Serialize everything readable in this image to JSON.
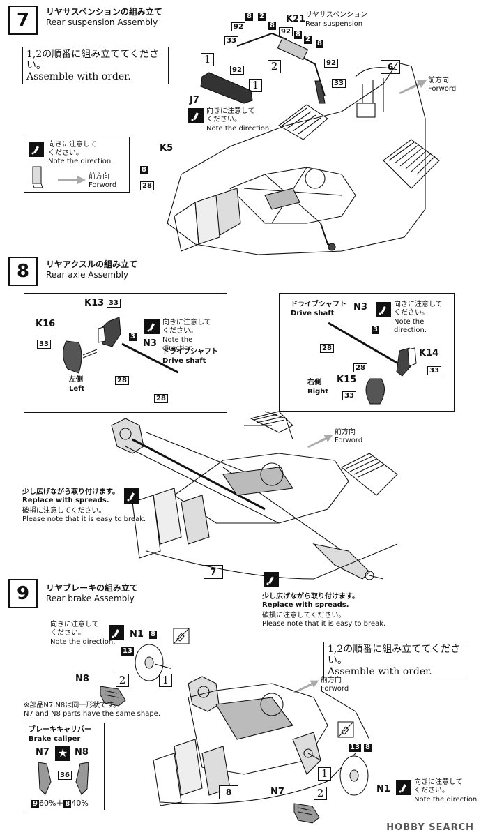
{
  "step7": {
    "number": "7",
    "title_ja": "リヤサスペンションの組み立て",
    "title_en": "Rear suspension Assembly",
    "order_note_ja": "1,2の順番に組み立ててください。",
    "order_note_en": "Assemble with order.",
    "part_j7": "J7",
    "part_k21": "K21",
    "part_k21_name_ja": "リヤサスペンション",
    "part_k21_name_en": "Rear suspension",
    "part_k5": "K5",
    "dir_note_ja": "向きに注意して\nください。",
    "dir_note_en": "Note the direction.",
    "forward_ja": "前方向",
    "forward_en": "Forword",
    "ref_step": "6",
    "codes": [
      "8",
      "2",
      "92",
      "8",
      "92",
      "8",
      "2",
      "8",
      "33",
      "92",
      "8",
      "92",
      "33",
      "28"
    ],
    "order_marks": [
      "1",
      "2",
      "1"
    ]
  },
  "step8": {
    "number": "8",
    "title_ja": "リヤアクスルの組み立て",
    "title_en": "Rear axle Assembly",
    "left": {
      "k13": "K13",
      "k16": "K16",
      "n3": "N3",
      "driveshaft_ja": "ドライブシャフト",
      "driveshaft_en": "Drive shaft",
      "side_ja": "左側",
      "side_en": "Left",
      "dir_note_ja": "向きに注意して\nください。",
      "dir_note_en": "Note the direction."
    },
    "right": {
      "n3": "N3",
      "k14": "K14",
      "k15": "K15",
      "driveshaft_ja": "ドライブシャフト",
      "driveshaft_en": "Drive shaft",
      "side_ja": "右側",
      "side_en": "Right",
      "dir_note_ja": "向きに注意して\nください。",
      "dir_note_en": "Note the direction."
    },
    "spread_ja": "少し広げながら取り付けます。",
    "spread_en": "Replace with spreads.",
    "break_ja": "破損に注意してください。",
    "break_en": "Please note that it is easy to break.",
    "forward_ja": "前方向",
    "forward_en": "Forword",
    "ref_step": "7"
  },
  "step9": {
    "number": "9",
    "title_ja": "リヤブレーキの組み立て",
    "title_en": "Rear brake Assembly",
    "order_note_ja": "1,2の順番に組み立ててください。",
    "order_note_en": "Assemble with order.",
    "dir_note_ja": "向きに注意して\nください。",
    "dir_note_en": "Note the direction.",
    "n1": "N1",
    "n7": "N7",
    "n8": "N8",
    "shape_note_ja": "※部品N7,N8は同一形状です。",
    "shape_note_en": "N7 and N8 parts have the same shape.",
    "caliper_ja": "ブレーキキャリパー",
    "caliper_en": "Brake caliper",
    "mix_a": "9",
    "mix_a_pct": "60%＋",
    "mix_b": "8",
    "mix_b_pct": "40%",
    "code36": "36",
    "forward_ja": "前方向",
    "forward_en": "Forword",
    "ref_step": "8"
  },
  "watermark": "HOBBY SEARCH"
}
